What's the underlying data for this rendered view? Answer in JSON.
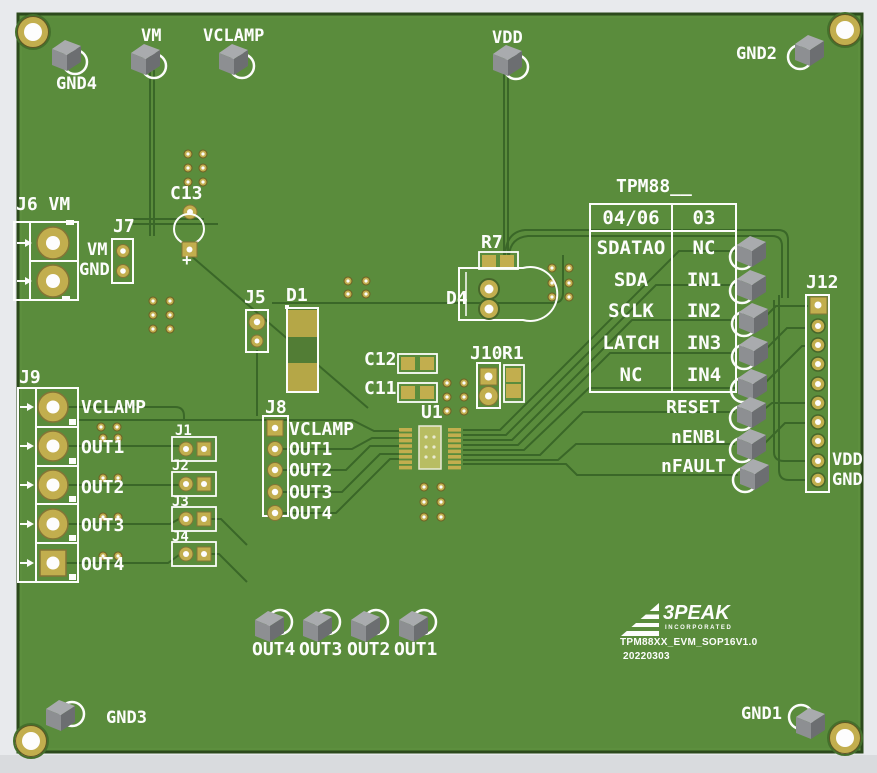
{
  "test_points": {
    "gnd4": "GND4",
    "vm": "VM",
    "vclamp": "VCLAMP",
    "vdd": "VDD",
    "gnd2": "GND2",
    "gnd3": "GND3",
    "gnd1": "GND1",
    "out4": "OUT4",
    "out3": "OUT3",
    "out2": "OUT2",
    "out1": "OUT1",
    "reset": "RESET",
    "nenbl": "nENBL",
    "nfault": "nFAULT"
  },
  "refdes": {
    "j1": "J1",
    "j2": "J2",
    "j3": "J3",
    "j4": "J4",
    "j5": "J5",
    "j6": "J6 VM",
    "j7": "J7",
    "j8": "J8",
    "j9": "J9",
    "j10": "J10",
    "j12": "J12",
    "c11": "C11",
    "c12": "C12",
    "c13": "C13",
    "c13_polarity": "+",
    "d1": "D1",
    "d4": "D4",
    "r1": "R1",
    "r7": "R7",
    "u1": "U1"
  },
  "j7_pins": {
    "pin1": "VM",
    "pin2": "GND"
  },
  "j12_pins": {
    "vdd": "VDD",
    "gnd": "GND"
  },
  "j9_ports": [
    "VCLAMP",
    "OUT1",
    "OUT2",
    "OUT3",
    "OUT4"
  ],
  "j8_ports": [
    "VCLAMP",
    "OUT1",
    "OUT2",
    "OUT3",
    "OUT4"
  ],
  "pin_table": {
    "title": "TPM88__",
    "headers": [
      "04/06",
      "03"
    ],
    "rows": [
      [
        "SDATAO",
        "NC"
      ],
      [
        "SDA",
        "IN1"
      ],
      [
        "SCLK",
        "IN2"
      ],
      [
        "LATCH",
        "IN3"
      ],
      [
        "NC",
        "IN4"
      ]
    ]
  },
  "title_block": {
    "brand": "3PEAK",
    "brand_tagline": "INCORPORATED",
    "board_name": "TPM88XX_EVM_SOP16V1.0",
    "board_date": "20220303"
  },
  "colors": {
    "board_green": "#5a8c3c",
    "trace_green": "#3a6728",
    "silkscreen_white": "#fcfdfb",
    "pad_gold": "#c2ae4e",
    "test_point_gray": "#8d8f92",
    "background_gray": "#e8eaed"
  }
}
